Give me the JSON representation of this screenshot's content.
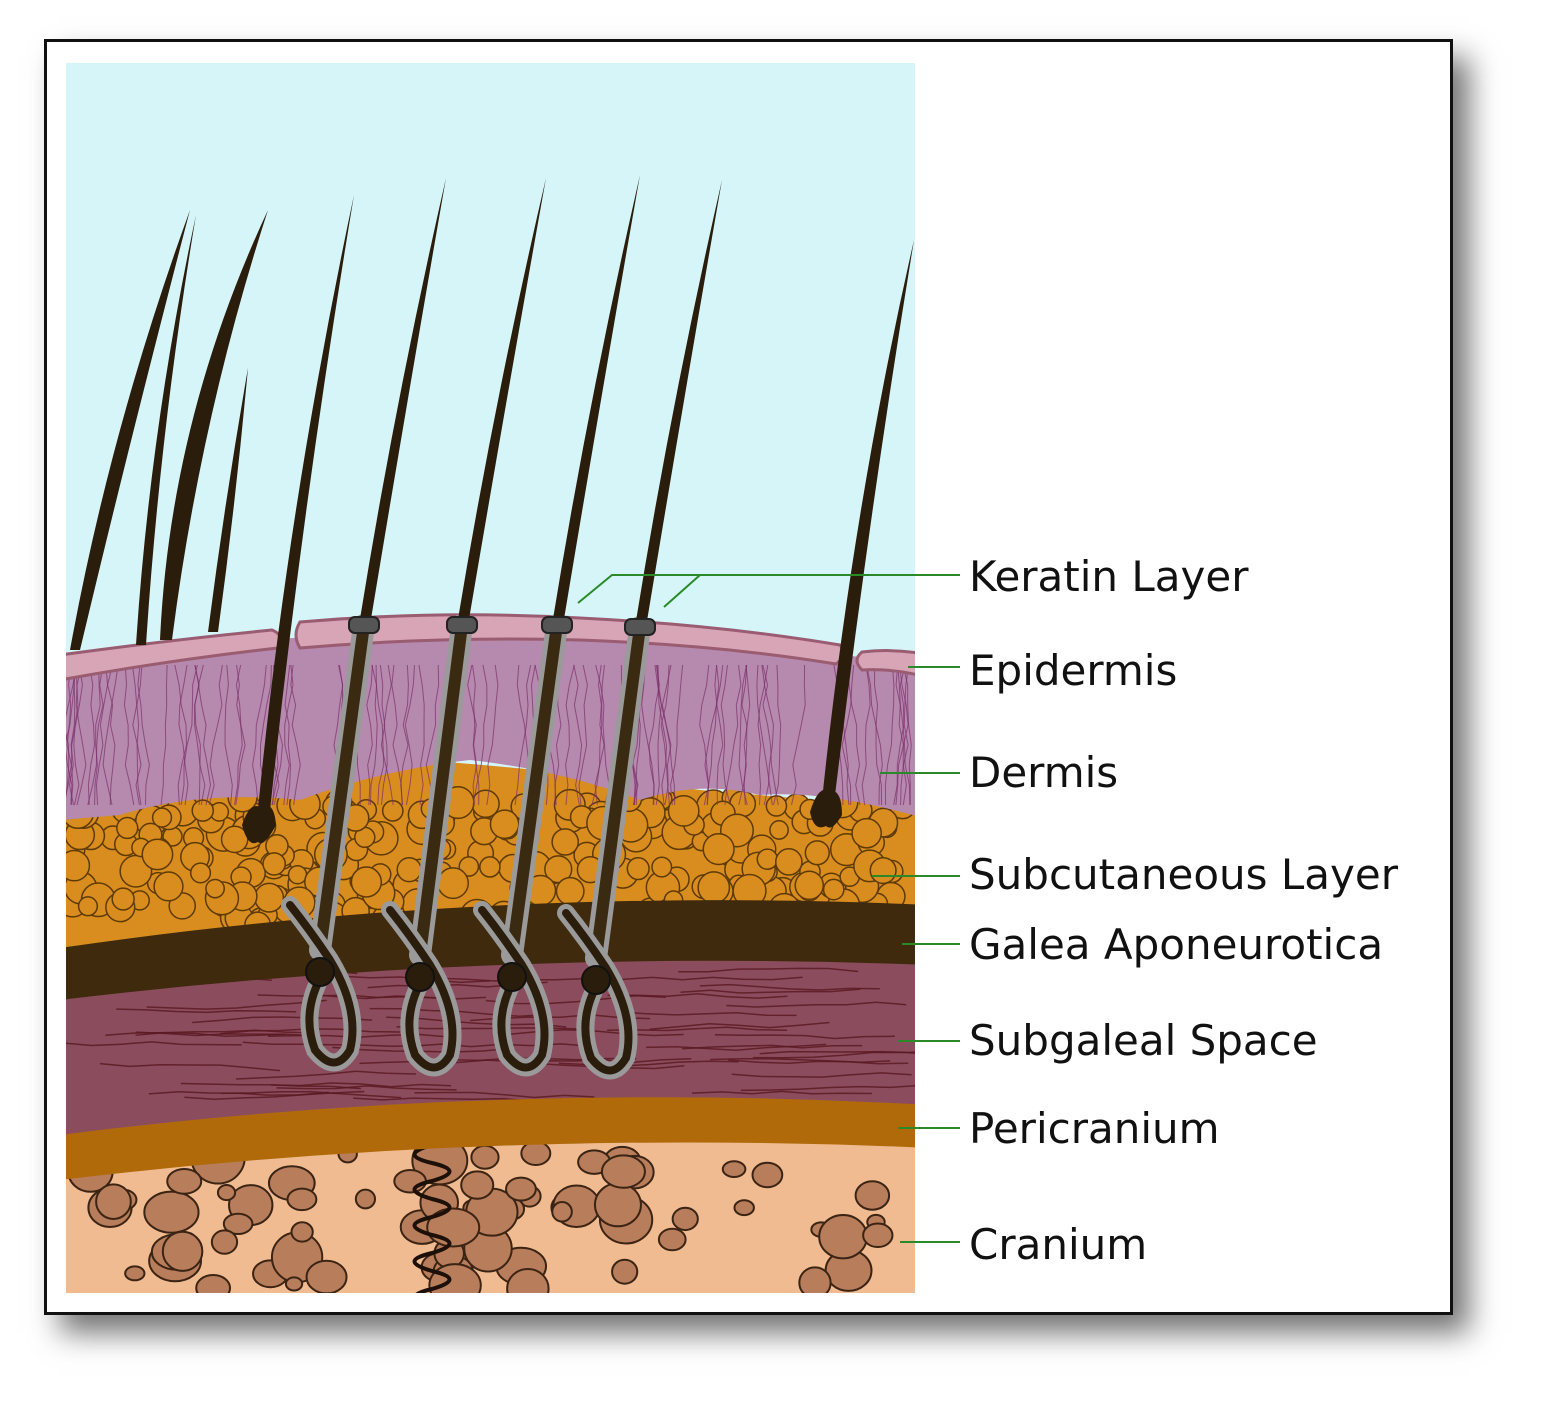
{
  "labels": [
    "Keratin Layer",
    "Epidermis",
    "Dermis",
    "Subcutaneous Layer",
    "Galea Aponeurotica",
    "Subgaleal Space",
    "Pericranium",
    "Cranium"
  ],
  "colors": {
    "sky": "#d5f5f9",
    "keratin": "#d8a5b6",
    "dermis": "#b689ae",
    "fat": "#d88d1e",
    "galea": "#3f2a0e",
    "subgaleal": "#8b4d5e",
    "pericranium": "#b06a0a",
    "cranium": "#f0bb91",
    "bone_cells": "#b87d5b",
    "hair": "#2b1d0c",
    "pointer_line": "#2a8a2a"
  }
}
